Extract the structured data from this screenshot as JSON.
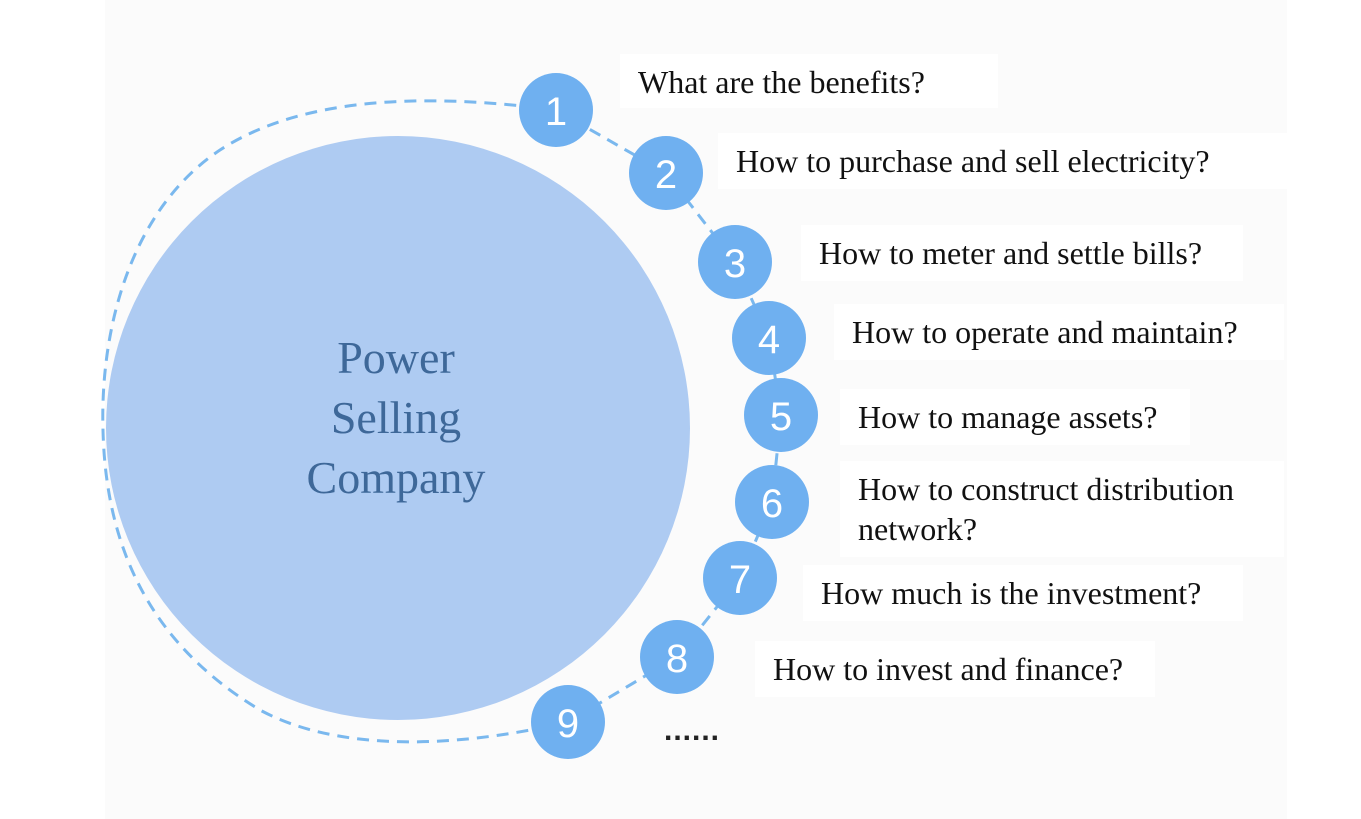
{
  "center": {
    "title_lines": [
      "Power",
      "Selling",
      "Company"
    ]
  },
  "items": [
    {
      "number": "1",
      "question": "What are the benefits?"
    },
    {
      "number": "2",
      "question": "How to purchase and sell electricity?"
    },
    {
      "number": "3",
      "question": "How to meter and settle bills?"
    },
    {
      "number": "4",
      "question": "How to operate and maintain?"
    },
    {
      "number": "5",
      "question": "How to manage assets?"
    },
    {
      "number": "6",
      "question": "How to construct distribution network?"
    },
    {
      "number": "7",
      "question": "How much is the investment?"
    },
    {
      "number": "8",
      "question": "How to invest and finance?"
    },
    {
      "number": "9",
      "question": ""
    }
  ],
  "ellipsis": "......",
  "colors": {
    "big_circle": "#aecbf2",
    "badge": "#6fb0f0",
    "dash": "#7ab8ee",
    "title": "#3e6899"
  }
}
